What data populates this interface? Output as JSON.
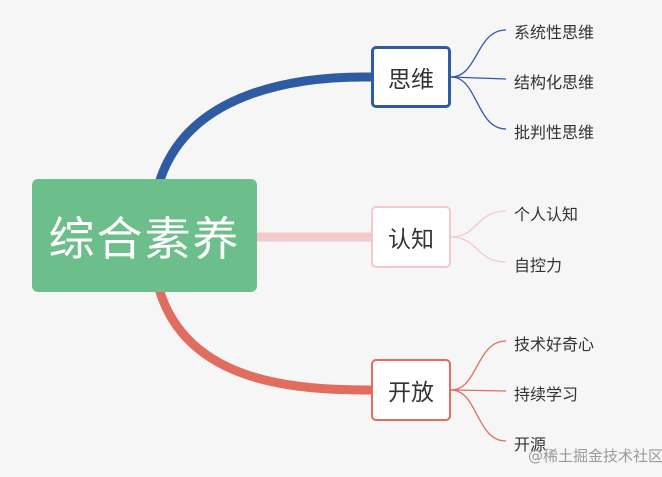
{
  "root": {
    "label": "综合素养"
  },
  "branches": [
    {
      "label": "思维",
      "color": "#2f5ba3",
      "children": [
        "系统性思维",
        "结构化思维",
        "批判性思维"
      ]
    },
    {
      "label": "认知",
      "color": "#f3c9cb",
      "children": [
        "个人认知",
        "自控力"
      ]
    },
    {
      "label": "开放",
      "color": "#e06d5e",
      "children": [
        "技术好奇心",
        "持续学习",
        "开源"
      ]
    }
  ],
  "watermark": "@稀土掘金技术社区"
}
